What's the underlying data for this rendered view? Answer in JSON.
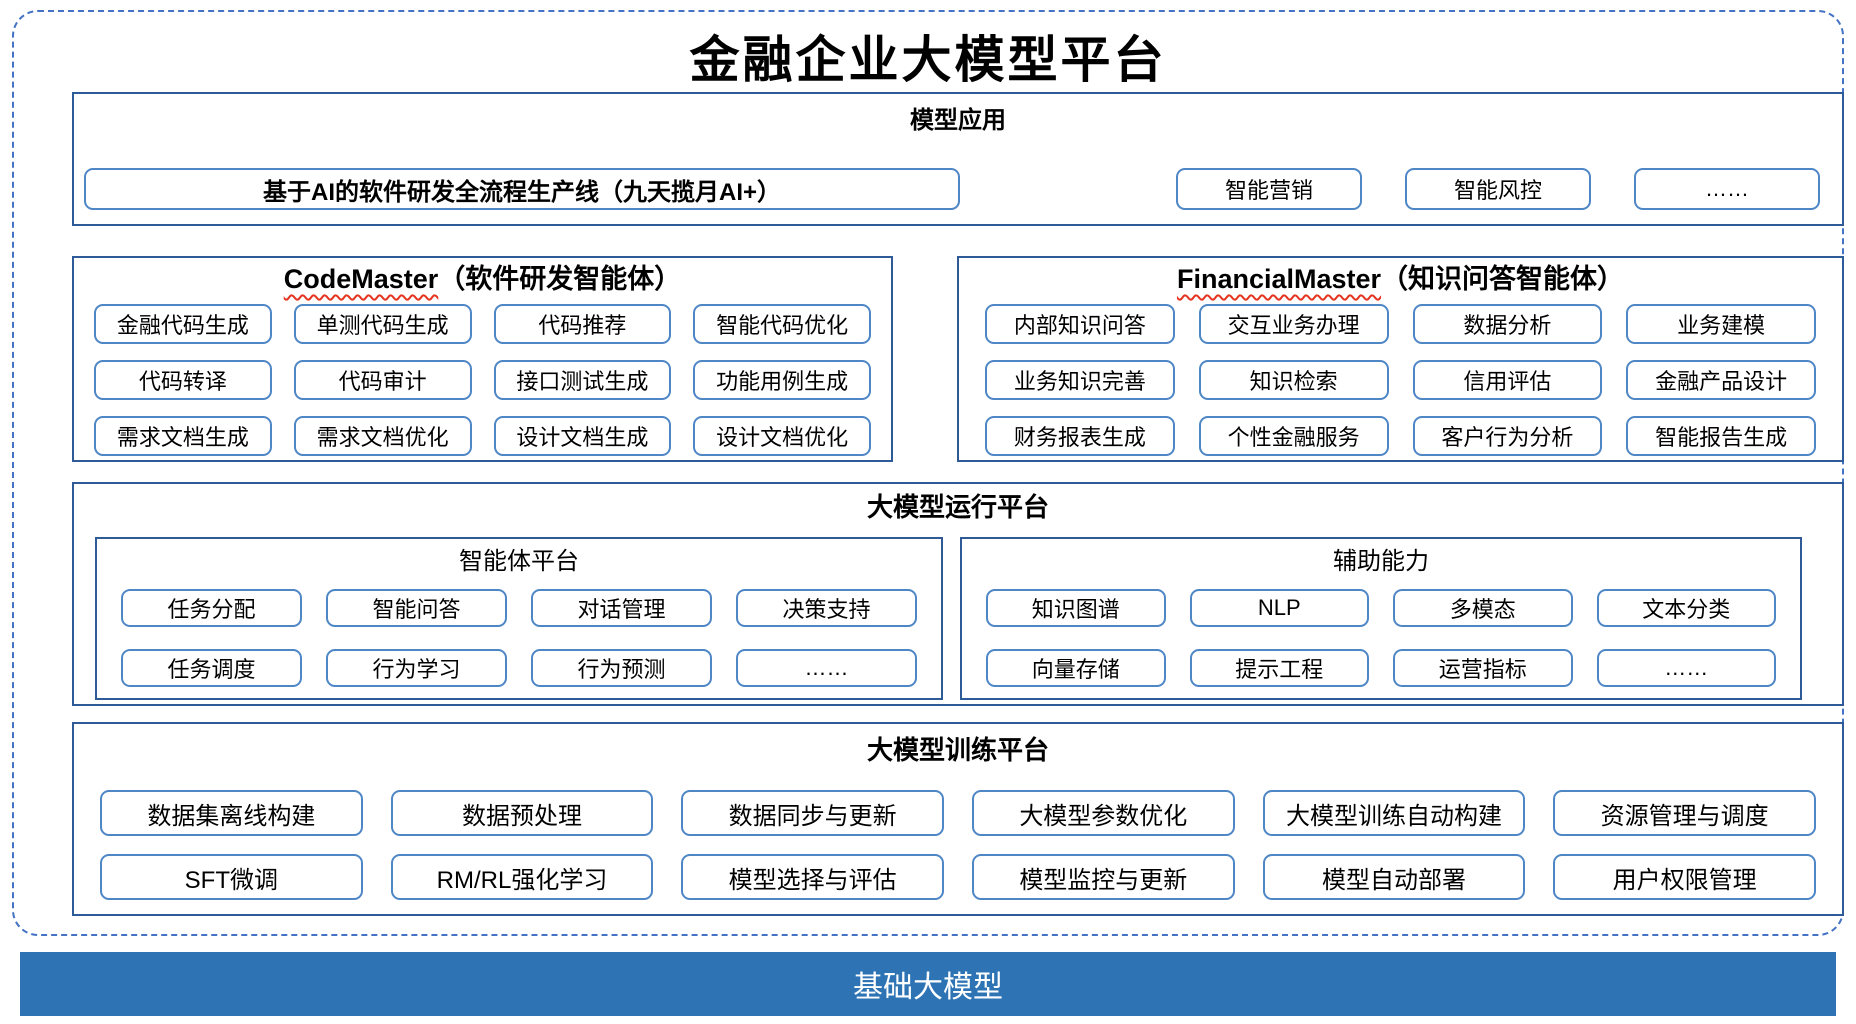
{
  "page": {
    "title": "金融企业大模型平台"
  },
  "colors": {
    "frame_dash": "#4472C4",
    "section_border": "#2E5B97",
    "item_border": "#4E86C6",
    "footer_bg": "#2E74B5",
    "squiggle": "#E5341F"
  },
  "model_apps": {
    "title": "模型应用",
    "main_item": "基于AI的软件研发全流程生产线（九天揽月AI+）",
    "items": [
      "智能营销",
      "智能风控",
      "……"
    ]
  },
  "code_master": {
    "name": "CodeMaster",
    "subtitle": "（软件研发智能体）",
    "items": [
      "金融代码生成",
      "单测代码生成",
      "代码推荐",
      "智能代码优化",
      "代码转译",
      "代码审计",
      "接口测试生成",
      "功能用例生成",
      "需求文档生成",
      "需求文档优化",
      "设计文档生成",
      "设计文档优化"
    ]
  },
  "financial_master": {
    "name": "FinancialMaster",
    "subtitle": "（知识问答智能体）",
    "items": [
      "内部知识问答",
      "交互业务办理",
      "数据分析",
      "业务建模",
      "业务知识完善",
      "知识检索",
      "信用评估",
      "金融产品设计",
      "财务报表生成",
      "个性金融服务",
      "客户行为分析",
      "智能报告生成"
    ]
  },
  "runtime": {
    "title": "大模型运行平台",
    "agent_platform": {
      "title": "智能体平台",
      "items": [
        "任务分配",
        "智能问答",
        "对话管理",
        "决策支持",
        "任务调度",
        "行为学习",
        "行为预测",
        "……"
      ]
    },
    "aux_ability": {
      "title": "辅助能力",
      "items": [
        "知识图谱",
        "NLP",
        "多模态",
        "文本分类",
        "向量存储",
        "提示工程",
        "运营指标",
        "……"
      ]
    }
  },
  "training": {
    "title": "大模型训练平台",
    "items": [
      "数据集离线构建",
      "数据预处理",
      "数据同步与更新",
      "大模型参数优化",
      "大模型训练自动构建",
      "资源管理与调度",
      "SFT微调",
      "RM/RL强化学习",
      "模型选择与评估",
      "模型监控与更新",
      "模型自动部署",
      "用户权限管理"
    ]
  },
  "foundation": {
    "label": "基础大模型"
  }
}
